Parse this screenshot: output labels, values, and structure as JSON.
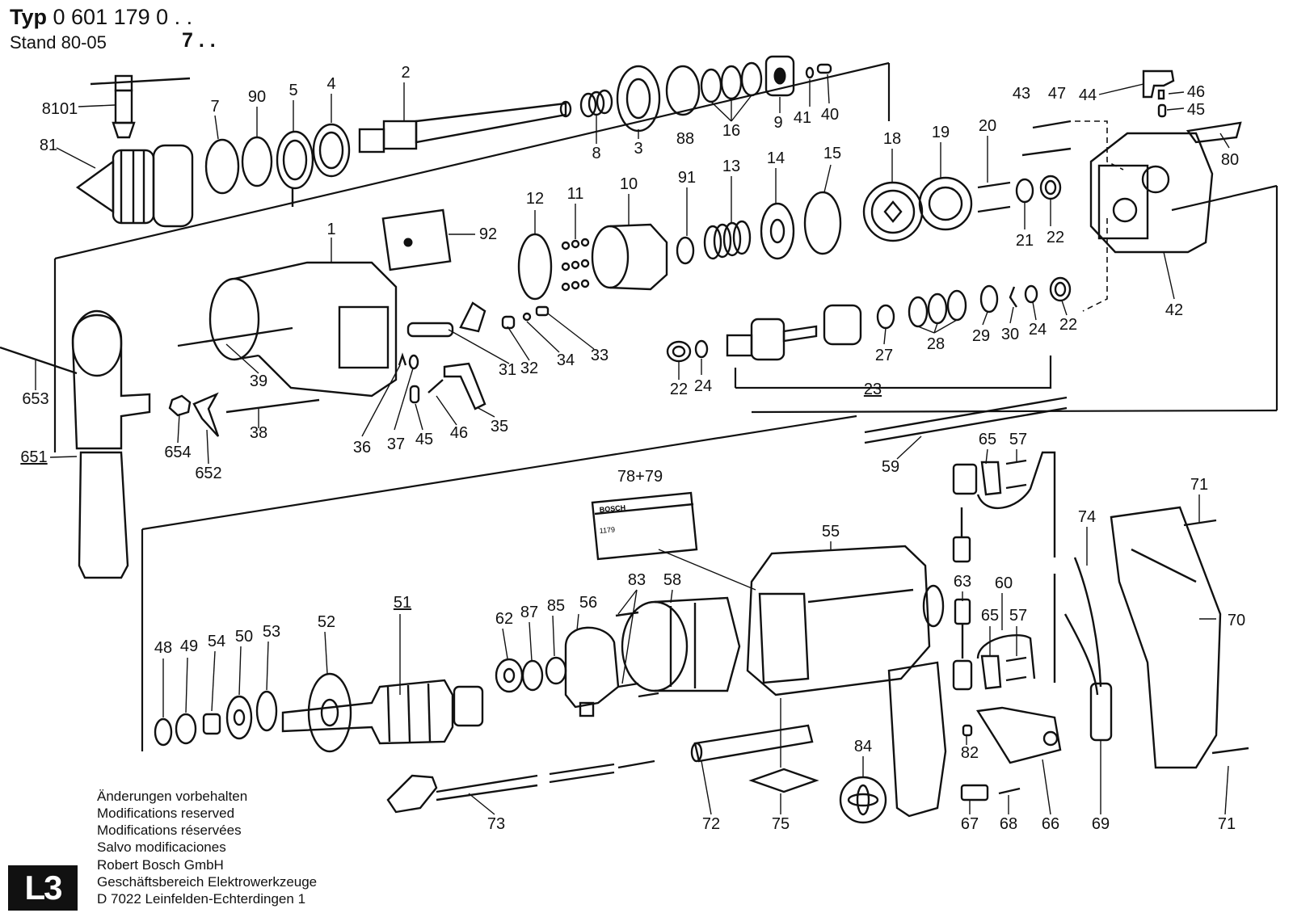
{
  "header": {
    "typ_label": "Typ",
    "typ_number": "0 601 179 0 . .",
    "stand": "Stand 80-05",
    "variant": "7 . ."
  },
  "notes": [
    "Änderungen vorbehalten",
    "Modifications reserved",
    "Modifications réservées",
    "Salvo modificaciones"
  ],
  "company": [
    "Robert Bosch GmbH",
    "Geschäftsbereich Elektrowerkzeuge",
    "D 7022 Leinfelden-Echterdingen 1"
  ],
  "sheet_badge": "L3",
  "nameplate": {
    "brand": "BOSCH",
    "code": "1179"
  },
  "part_labels": {
    "p8101": "8101",
    "p81": "81",
    "p7": "7",
    "p90": "90",
    "p5": "5",
    "p4": "4",
    "p2": "2",
    "p8": "8",
    "p3": "3",
    "p88": "88",
    "p16": "16",
    "p9": "9",
    "p41": "41",
    "p40": "40",
    "p43": "43",
    "p47": "47",
    "p44": "44",
    "p46a": "46",
    "p45a": "45",
    "p80": "80",
    "p12": "12",
    "p11": "11",
    "p10": "10",
    "p91": "91",
    "p13": "13",
    "p14": "14",
    "p15": "15",
    "p18": "18",
    "p19": "19",
    "p20": "20",
    "p21": "21",
    "p22a": "22",
    "p42": "42",
    "p92": "92",
    "p1": "1",
    "p39": "39",
    "p31": "31",
    "p32": "32",
    "p34": "34",
    "p33": "33",
    "p36": "36",
    "p37": "37",
    "p45b": "45",
    "p46b": "46",
    "p35": "35",
    "p38": "38",
    "p653": "653",
    "p651": "651",
    "p654": "654",
    "p652": "652",
    "p22b": "22",
    "p24a": "24",
    "p27": "27",
    "p28": "28",
    "p29": "29",
    "p30": "30",
    "p24b": "24",
    "p22c": "22",
    "p23": "23",
    "p59": "59",
    "p65a": "65",
    "p57a": "57",
    "p71a": "71",
    "p78_79": "78+79",
    "p74": "74",
    "p55": "55",
    "p63": "63",
    "p60": "60",
    "p65b": "65",
    "p57b": "57",
    "p70": "70",
    "p83": "83",
    "p58": "58",
    "p48": "48",
    "p49": "49",
    "p54": "54",
    "p50": "50",
    "p53": "53",
    "p52": "52",
    "p51": "51",
    "p62": "62",
    "p87": "87",
    "p85": "85",
    "p56": "56",
    "p82": "82",
    "p84": "84",
    "p73": "73",
    "p72": "72",
    "p75": "75",
    "p67": "67",
    "p68": "68",
    "p66": "66",
    "p69": "69",
    "p71b": "71"
  }
}
